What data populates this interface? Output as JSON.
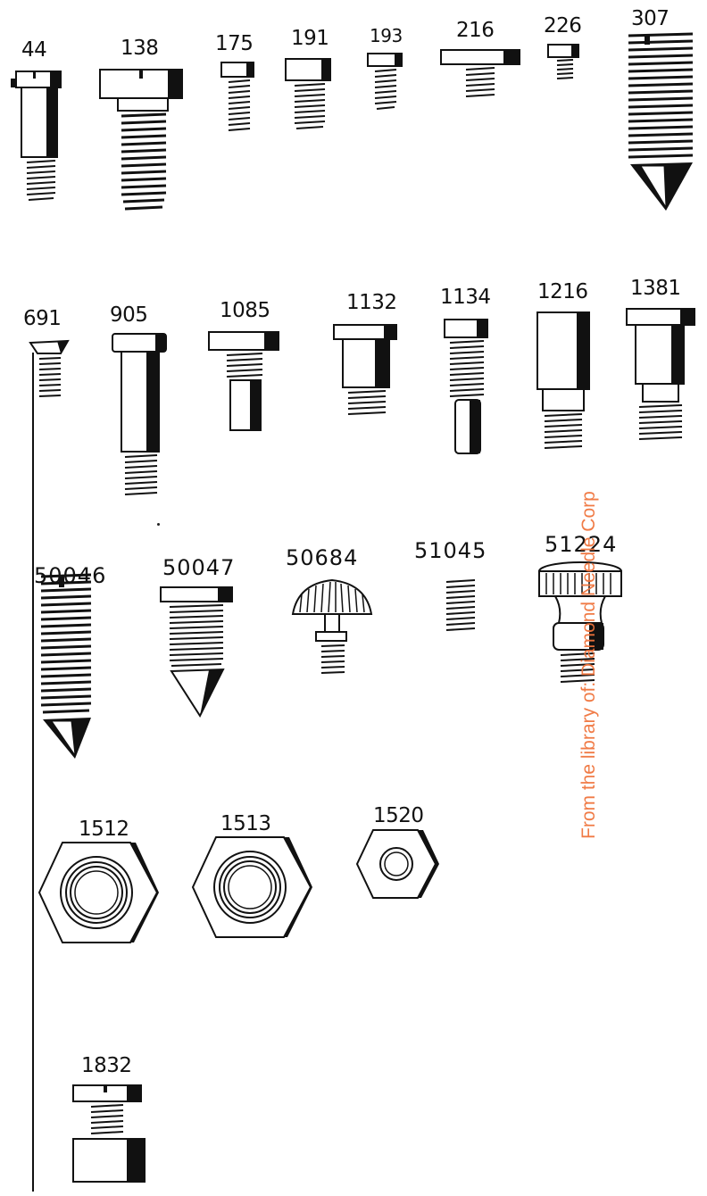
{
  "labels": {
    "p44": "44",
    "p138": "138",
    "p175": "175",
    "p191": "191",
    "p193": "193",
    "p216": "216",
    "p226": "226",
    "p307": "307",
    "p691": "691",
    "p905": "905",
    "p1085": "1085",
    "p1132": "1132",
    "p1134": "1134",
    "p1216": "1216",
    "p1381": "1381",
    "p50046": "50046",
    "p50047": "50047",
    "p50684": "50684",
    "p51045": "51045",
    "p51224": "51224",
    "p1512": "1512",
    "p1513": "1513",
    "p1520": "1520",
    "p1832": "1832"
  },
  "watermark": "From the library of: Diamond Needle Corp",
  "colors": {
    "ink": "#111111",
    "watermark": "#f0743d",
    "paper": "#ffffff"
  }
}
